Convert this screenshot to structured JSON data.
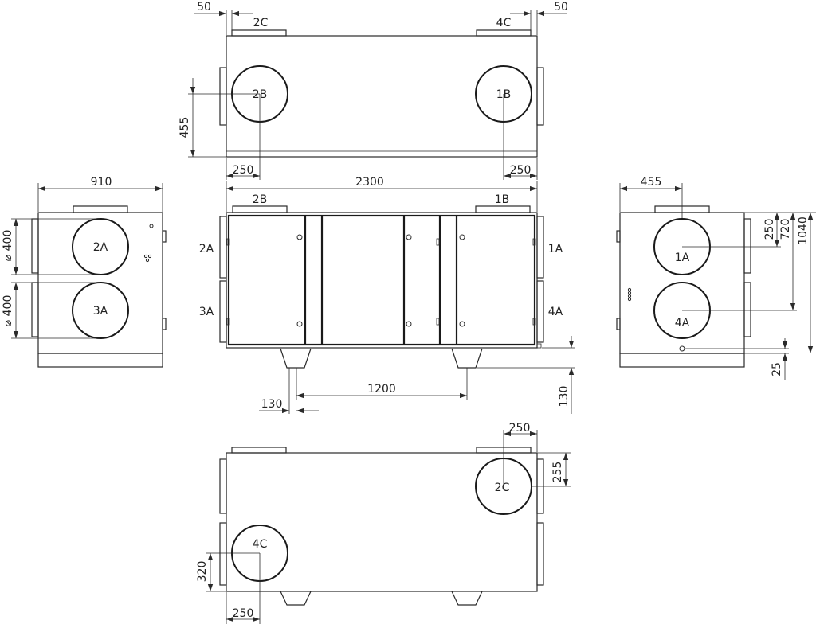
{
  "views": {
    "top": {
      "dims": {
        "left_offset": "50",
        "right_offset": "50",
        "height": "455",
        "left_center": "250",
        "right_center": "250"
      },
      "ports": {
        "top_left": "2C",
        "top_right": "4C",
        "circle_left": "2B",
        "circle_right": "1B"
      }
    },
    "front": {
      "dims": {
        "width": "2300",
        "foot_spacing": "1200",
        "foot_offset": "130",
        "foot_height": "130"
      },
      "ports": {
        "top_left": "2B",
        "top_right": "1B",
        "left_upper": "2A",
        "left_lower": "3A",
        "right_upper": "1A",
        "right_lower": "4A"
      }
    },
    "left": {
      "dims": {
        "width": "910",
        "diam_upper": "400",
        "diam_lower": "400",
        "diam_symbol": "⌀"
      },
      "ports": {
        "upper": "2A",
        "lower": "3A"
      }
    },
    "right": {
      "dims": {
        "center_offset": "455",
        "upper_center": "250",
        "lower_center": "720",
        "total_height": "1040",
        "drain_height": "25"
      },
      "ports": {
        "upper": "1A",
        "lower": "4A"
      }
    },
    "bottom": {
      "dims": {
        "right_center_x": "250",
        "right_center_y": "255",
        "left_center_y": "320",
        "left_center_x": "250"
      },
      "ports": {
        "right": "2C",
        "left": "4C"
      }
    }
  },
  "colors": {
    "line": "#2a2a2a",
    "background": "#ffffff"
  },
  "icons": {
    "arrow": "arrow-head-icon",
    "diameter": "diameter-symbol-icon"
  }
}
